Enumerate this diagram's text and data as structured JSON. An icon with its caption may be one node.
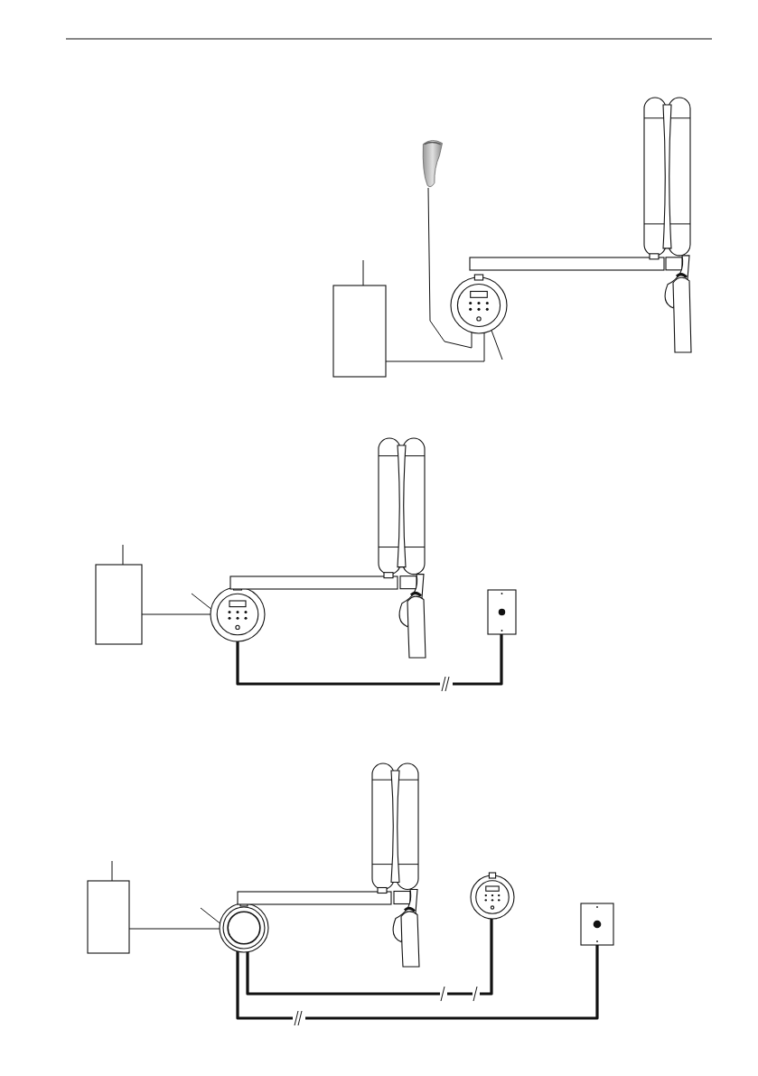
{
  "diagram": {
    "nodes": [
      {
        "text": [],
        "shape": "box"
      },
      {
        "text": [],
        "shape": "handset"
      },
      {
        "text": [],
        "shape": "circle"
      },
      {
        "text": [],
        "shape": "bar"
      },
      {
        "text": [],
        "shape": "arm"
      },
      {
        "text": [],
        "shape": "box"
      },
      {
        "text": [],
        "shape": "circle"
      },
      {
        "text": [],
        "shape": "bar"
      },
      {
        "text": [],
        "shape": "arm"
      },
      {
        "text": [],
        "shape": "plate"
      },
      {
        "text": [],
        "shape": "box"
      },
      {
        "text": [],
        "shape": "ring"
      },
      {
        "text": [],
        "shape": "bar"
      },
      {
        "text": [],
        "shape": "arm"
      },
      {
        "text": [],
        "shape": "circle"
      },
      {
        "text": [],
        "shape": "plate"
      }
    ],
    "edges": [
      {
        "from": 0,
        "to": 2,
        "arrow": "none"
      },
      {
        "from": 1,
        "to": 2,
        "arrow": "none"
      },
      {
        "from": null,
        "to": 0,
        "arrow": "none"
      },
      {
        "from": null,
        "to": 2,
        "arrow": "none"
      },
      {
        "from": 5,
        "to": 6,
        "arrow": "none"
      },
      {
        "from": 6,
        "to": 9,
        "arrow": "none",
        "style": "thick"
      },
      {
        "from": null,
        "to": 5,
        "arrow": "none"
      },
      {
        "from": null,
        "to": 6,
        "arrow": "none"
      },
      {
        "from": 10,
        "to": 11,
        "arrow": "none"
      },
      {
        "from": 11,
        "to": 14,
        "arrow": "none",
        "style": "thick"
      },
      {
        "from": 11,
        "to": 15,
        "arrow": "none",
        "style": "thick"
      },
      {
        "from": null,
        "to": 10,
        "arrow": "none"
      },
      {
        "from": null,
        "to": 11,
        "arrow": "none"
      }
    ]
  }
}
